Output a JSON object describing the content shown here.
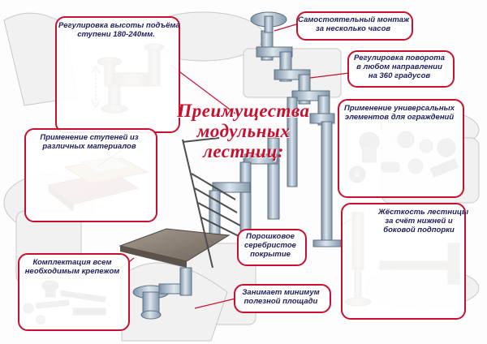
{
  "title": {
    "line1": "Преимущества",
    "line2": "модульных",
    "line3": "лестниц:"
  },
  "callouts": {
    "height_adjust": {
      "line1": "Регулировка высоты подъёма",
      "line2": "ступени 180-240мм."
    },
    "self_assembly": {
      "line1": "Самостоятельный монтаж",
      "line2": "за несколько часов"
    },
    "rotation": {
      "line1": "Регулировка поворота",
      "line2": "в любом направлении",
      "line3": "на 360 градусов"
    },
    "railing": {
      "line1": "Применение универсальных",
      "line2": "элементов для ограждений"
    },
    "materials": {
      "line1": "Применение  ступеней из",
      "line2": "различных материалов"
    },
    "rigidity": {
      "line1": "Жёсткость лестницы",
      "line2": "за счёт нижней и",
      "line3": "боковой подпорки"
    },
    "coating": {
      "line1": "Порошковое",
      "line2": "серебристое",
      "line3": "покрытие"
    },
    "fasteners": {
      "line1": "Комплектация всем",
      "line2": "необходимым крепежом"
    },
    "space": {
      "line1": "Занимает минимум",
      "line2": "полезной площади"
    }
  },
  "colors": {
    "accent": "#c8102e",
    "text": "#1e1e5a",
    "steel": "#a9b9c8",
    "wood": "#b8742e",
    "stone": "#8b8074"
  }
}
